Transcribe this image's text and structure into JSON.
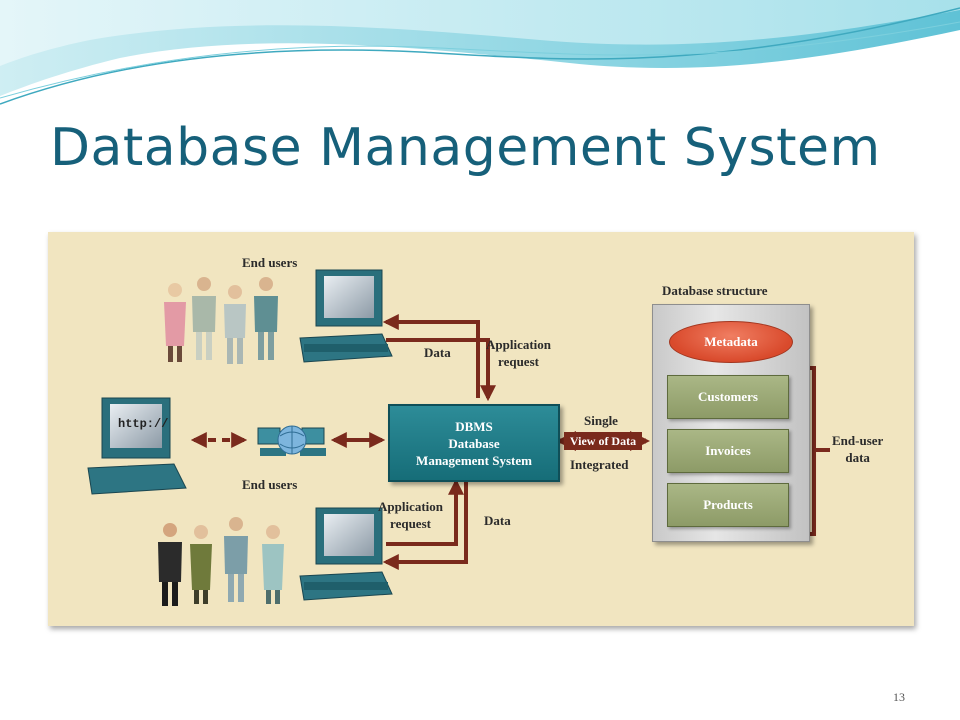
{
  "slide": {
    "title": "Database Management System",
    "number": "13"
  },
  "figure": {
    "end_users_top": "End users",
    "end_users_middle": "End users",
    "url": "http://",
    "top_data": "Data",
    "top_app_request": "Application\nrequest",
    "bottom_app_request": "Application\nrequest",
    "bottom_data": "Data",
    "dbms": {
      "line1": "DBMS",
      "line2": "Database",
      "line3": "Management System"
    },
    "single": "Single",
    "view_of_data": "View of Data",
    "integrated": "Integrated",
    "database_structure": "Database structure",
    "metadata": "Metadata",
    "tables": [
      "Customers",
      "Invoices",
      "Products"
    ],
    "end_user_data": "End-user\ndata"
  },
  "colors": {
    "title": "#16607a",
    "figure_background": "#f1e5c0",
    "arrow": "#7a2a1c",
    "dbms_box": "#1f7c86",
    "metadata": "#e0583a",
    "table_box": "#9aa774"
  },
  "icons": [
    "person-icon",
    "computer-icon",
    "globe-network-icon",
    "browser-computer-icon"
  ]
}
